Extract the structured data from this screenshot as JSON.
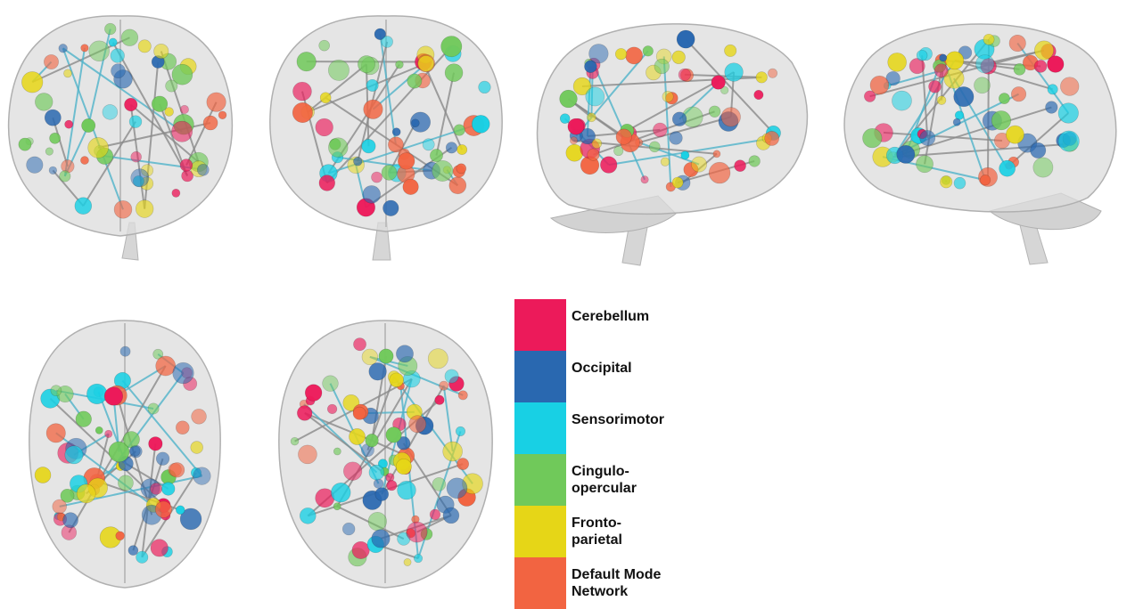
{
  "legend": [
    {
      "label": "Cerebellum",
      "color": "#ec1a5a"
    },
    {
      "label": "Occipital",
      "color": "#2968b0"
    },
    {
      "label": "Sensorimotor",
      "color": "#18d0e4"
    },
    {
      "label": "Cingulo-\nopercular",
      "color": "#70c95a"
    },
    {
      "label": "Fronto-\nparietal",
      "color": "#e6d617"
    },
    {
      "label": "Default Mode\nNetwork",
      "color": "#f26441"
    }
  ],
  "views": [
    "coronal-anterior",
    "coronal-posterior",
    "sagittal-left",
    "sagittal-right",
    "axial-inferior",
    "axial-superior"
  ]
}
